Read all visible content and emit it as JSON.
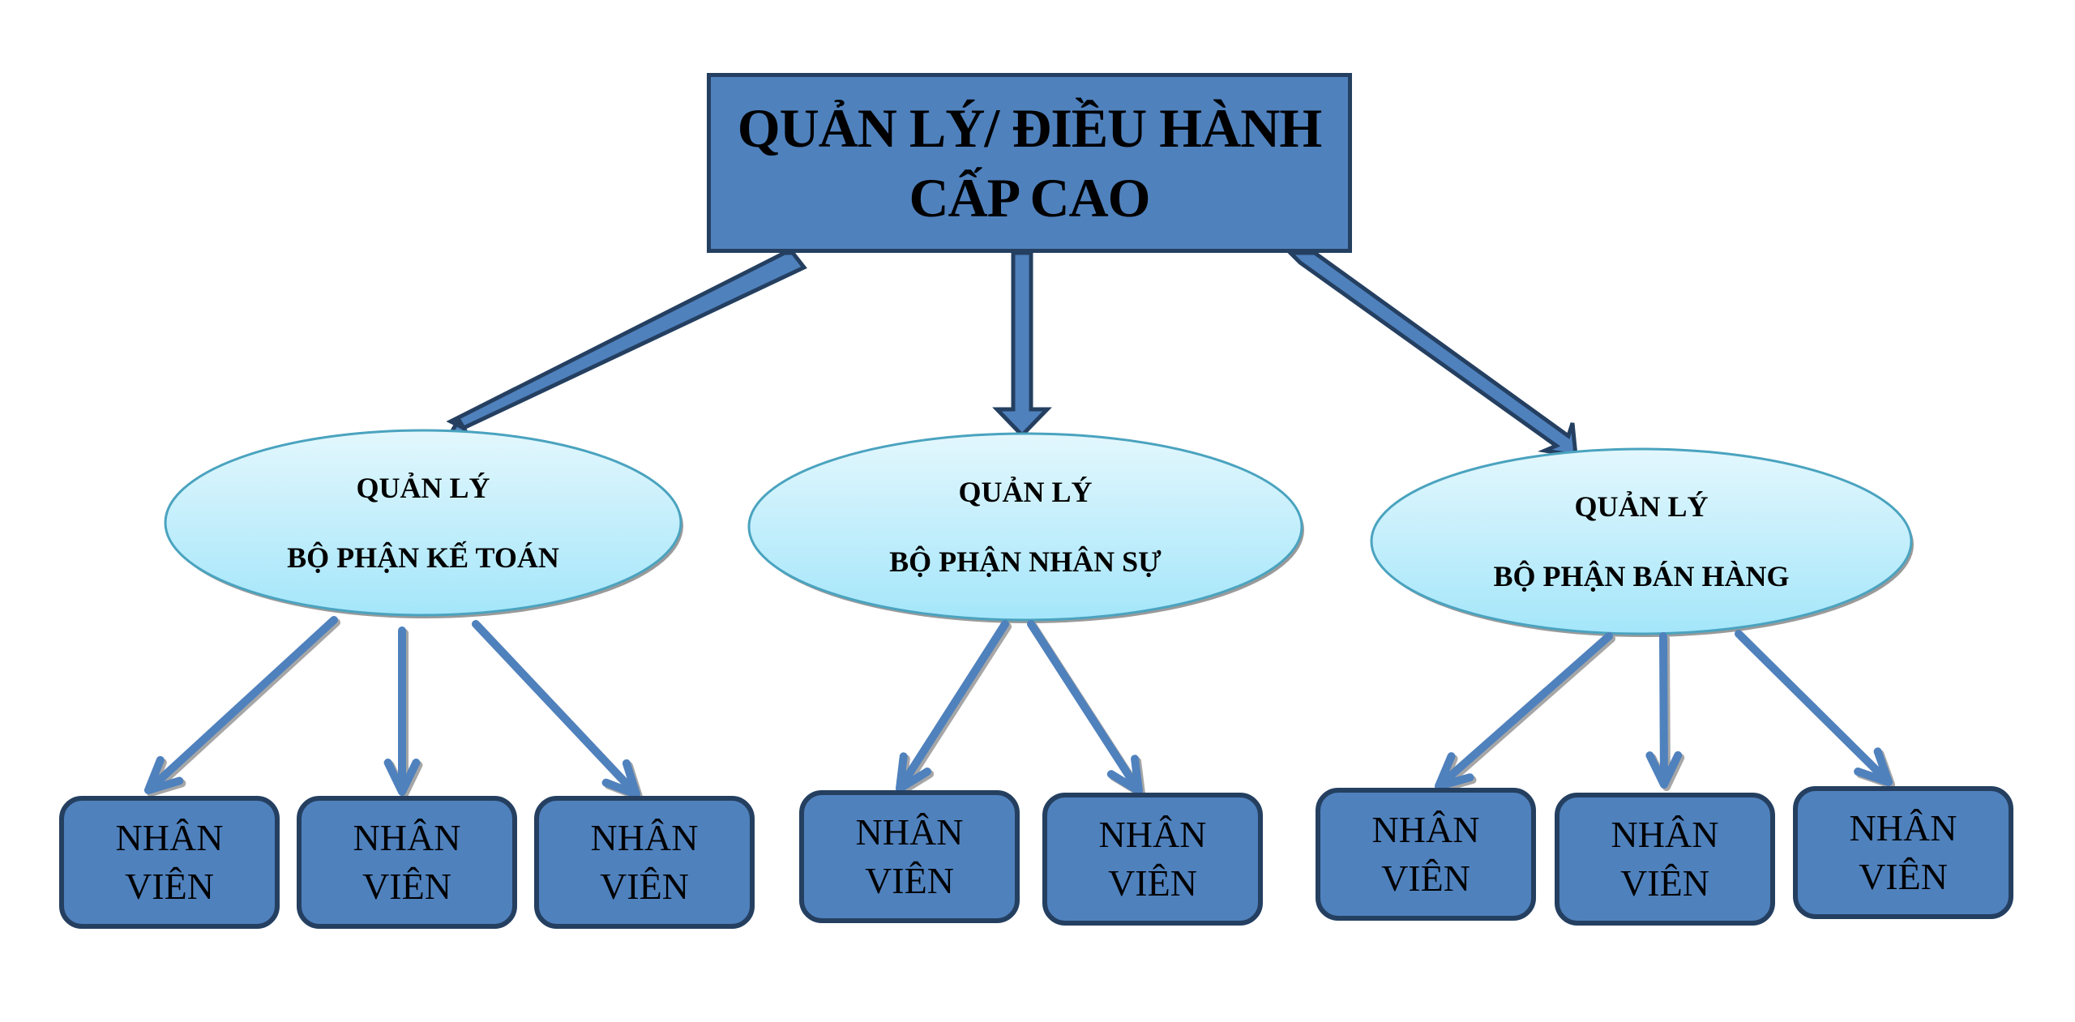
{
  "colors": {
    "box_fill": "#4f81bd",
    "box_border": "#243f60",
    "ellipse_top": "#e3f7fd",
    "ellipse_bottom": "#a4e6fa",
    "ellipse_border": "#4aa3bf",
    "arrow_fill": "#4f81bd",
    "background": "#ffffff"
  },
  "top": {
    "line1": "QUẢN LÝ/ ĐIỀU HÀNH",
    "line2": "CẤP CAO"
  },
  "departments": [
    {
      "line1": "QUẢN LÝ",
      "line2": "BỘ PHẬN KẾ TOÁN",
      "staff": [
        {
          "line1": "NHÂN",
          "line2": "VIÊN"
        },
        {
          "line1": "NHÂN",
          "line2": "VIÊN"
        },
        {
          "line1": "NHÂN",
          "line2": "VIÊN"
        }
      ]
    },
    {
      "line1": "QUẢN LÝ",
      "line2": "BỘ PHẬN NHÂN SỰ",
      "staff": [
        {
          "line1": "NHÂN",
          "line2": "VIÊN"
        },
        {
          "line1": "NHÂN",
          "line2": "VIÊN"
        }
      ]
    },
    {
      "line1": "QUẢN LÝ",
      "line2": "BỘ PHẬN BÁN HÀNG",
      "staff": [
        {
          "line1": "NHÂN",
          "line2": "VIÊN"
        },
        {
          "line1": "NHÂN",
          "line2": "VIÊN"
        },
        {
          "line1": "NHÂN",
          "line2": "VIÊN"
        }
      ]
    }
  ]
}
